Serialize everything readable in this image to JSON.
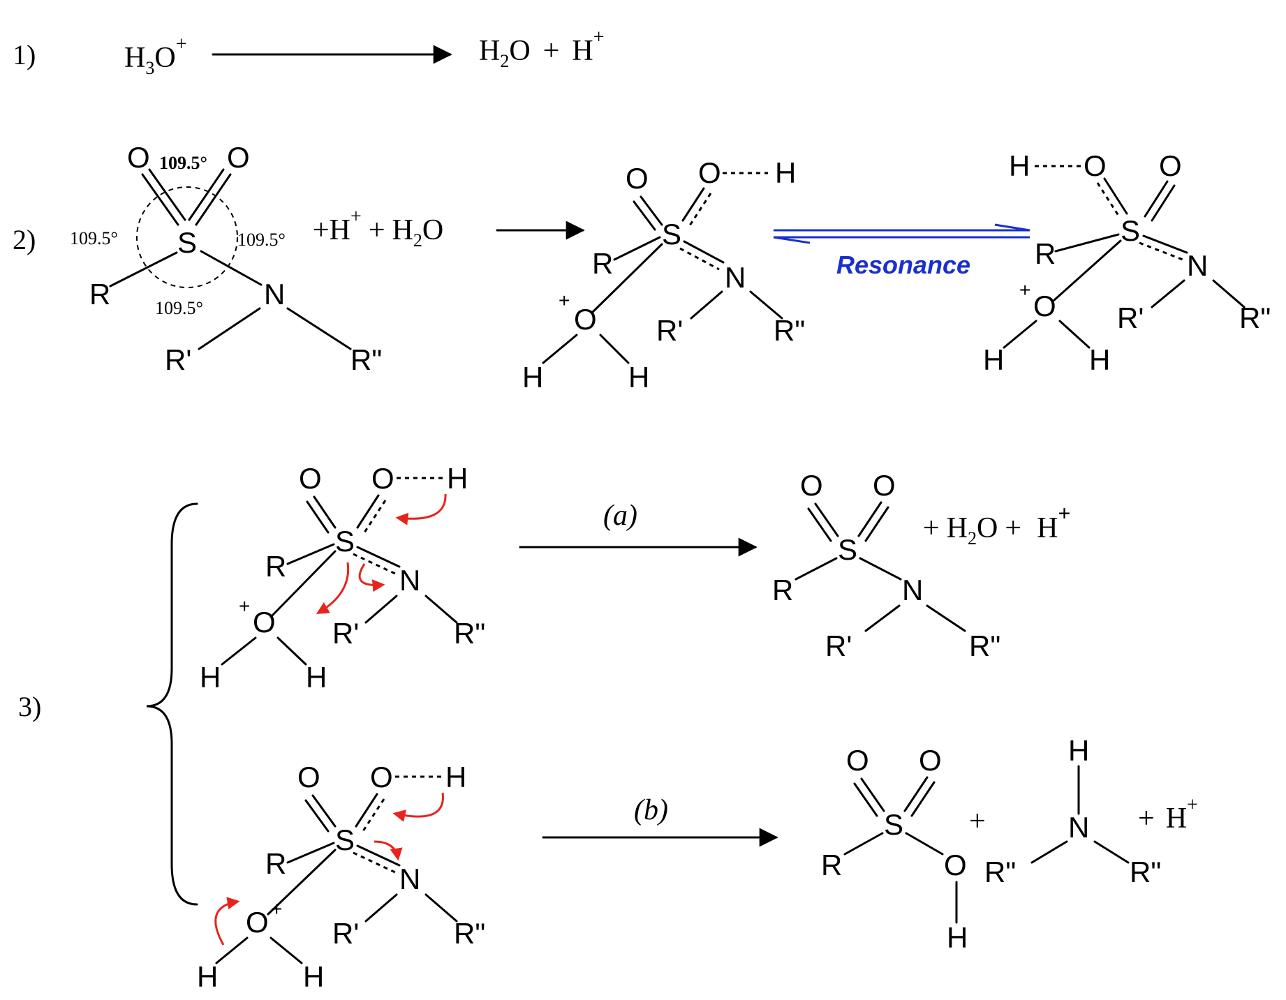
{
  "colors": {
    "arrow_red": "#e8231c",
    "resonance_blue": "#1a2fd0",
    "ink": "#000000",
    "background": "#ffffff"
  },
  "steps": {
    "s1": "1)",
    "s2": "2)",
    "s3": "3)"
  },
  "eq1": {
    "reactant_h": "H",
    "reactant_sub": "3",
    "reactant_o": "O",
    "reactant_sup": "+",
    "product_h": "H",
    "product_sub": "2",
    "product_o": "O",
    "product_plus": "+",
    "product_h2": "H",
    "product_sup": "+"
  },
  "eq2": {
    "angle": "109.5°",
    "angle_left": "109.5°",
    "angle_right": "109.5°",
    "angle_bottom": "109.5°",
    "plus_h": "+H",
    "plus_h_sup": "+",
    "plus_water_plus": "+",
    "water_h": "H",
    "water_sub": "2",
    "water_o": "O",
    "resonance_label": "Resonance"
  },
  "eq3": {
    "label_a": "(a)",
    "label_b": "(b)",
    "byproducts_a": {
      "plus1": "+",
      "h2o_h": "H",
      "h2o_sub": "2",
      "h2o_o": "O",
      "plus2": "+",
      "h": "H",
      "h_sup": "+"
    },
    "byproducts_b": {
      "plus1": "+",
      "plus2": "+",
      "h": "H",
      "h_sup": "+"
    }
  },
  "atoms": {
    "O": "O",
    "S": "S",
    "N": "N",
    "R": "R",
    "R1": "R'",
    "R2": "R\"",
    "H": "H",
    "plus": "+"
  }
}
